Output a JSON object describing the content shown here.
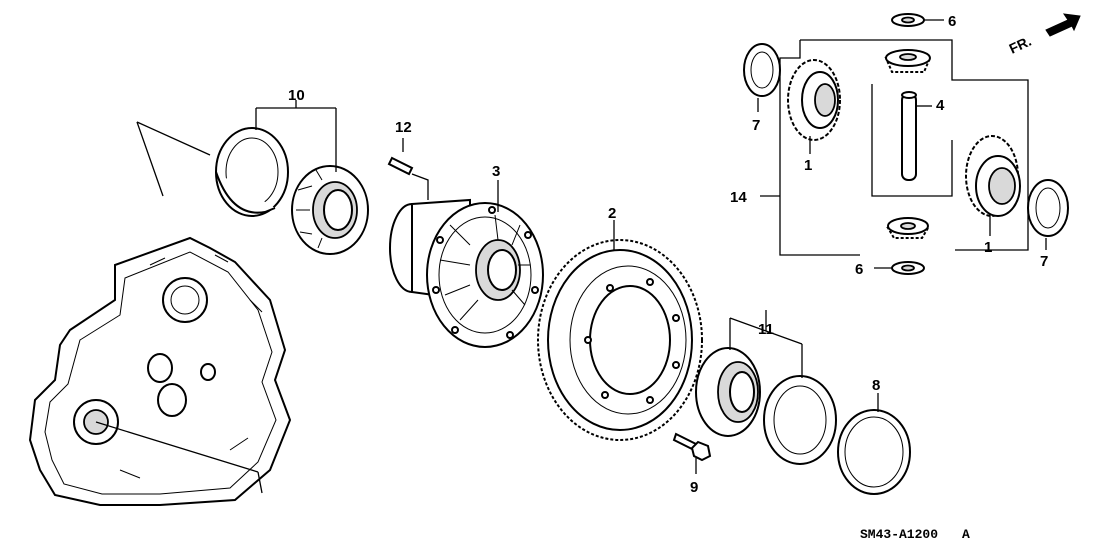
{
  "diagram": {
    "title": "Differential exploded view",
    "callouts": [
      {
        "id": "c1a",
        "text": "1"
      },
      {
        "id": "c1b",
        "text": "1"
      },
      {
        "id": "c2",
        "text": "2"
      },
      {
        "id": "c3",
        "text": "3"
      },
      {
        "id": "c4",
        "text": "4"
      },
      {
        "id": "c6a",
        "text": "6"
      },
      {
        "id": "c6b",
        "text": "6"
      },
      {
        "id": "c7a",
        "text": "7"
      },
      {
        "id": "c7b",
        "text": "7"
      },
      {
        "id": "c8",
        "text": "8"
      },
      {
        "id": "c9",
        "text": "9"
      },
      {
        "id": "c10",
        "text": "10"
      },
      {
        "id": "c11",
        "text": "11"
      },
      {
        "id": "c12",
        "text": "12"
      },
      {
        "id": "c14",
        "text": "14"
      }
    ],
    "direction_label": "FR.",
    "drawing_code": "SM43-A1200",
    "drawing_rev": "A"
  }
}
